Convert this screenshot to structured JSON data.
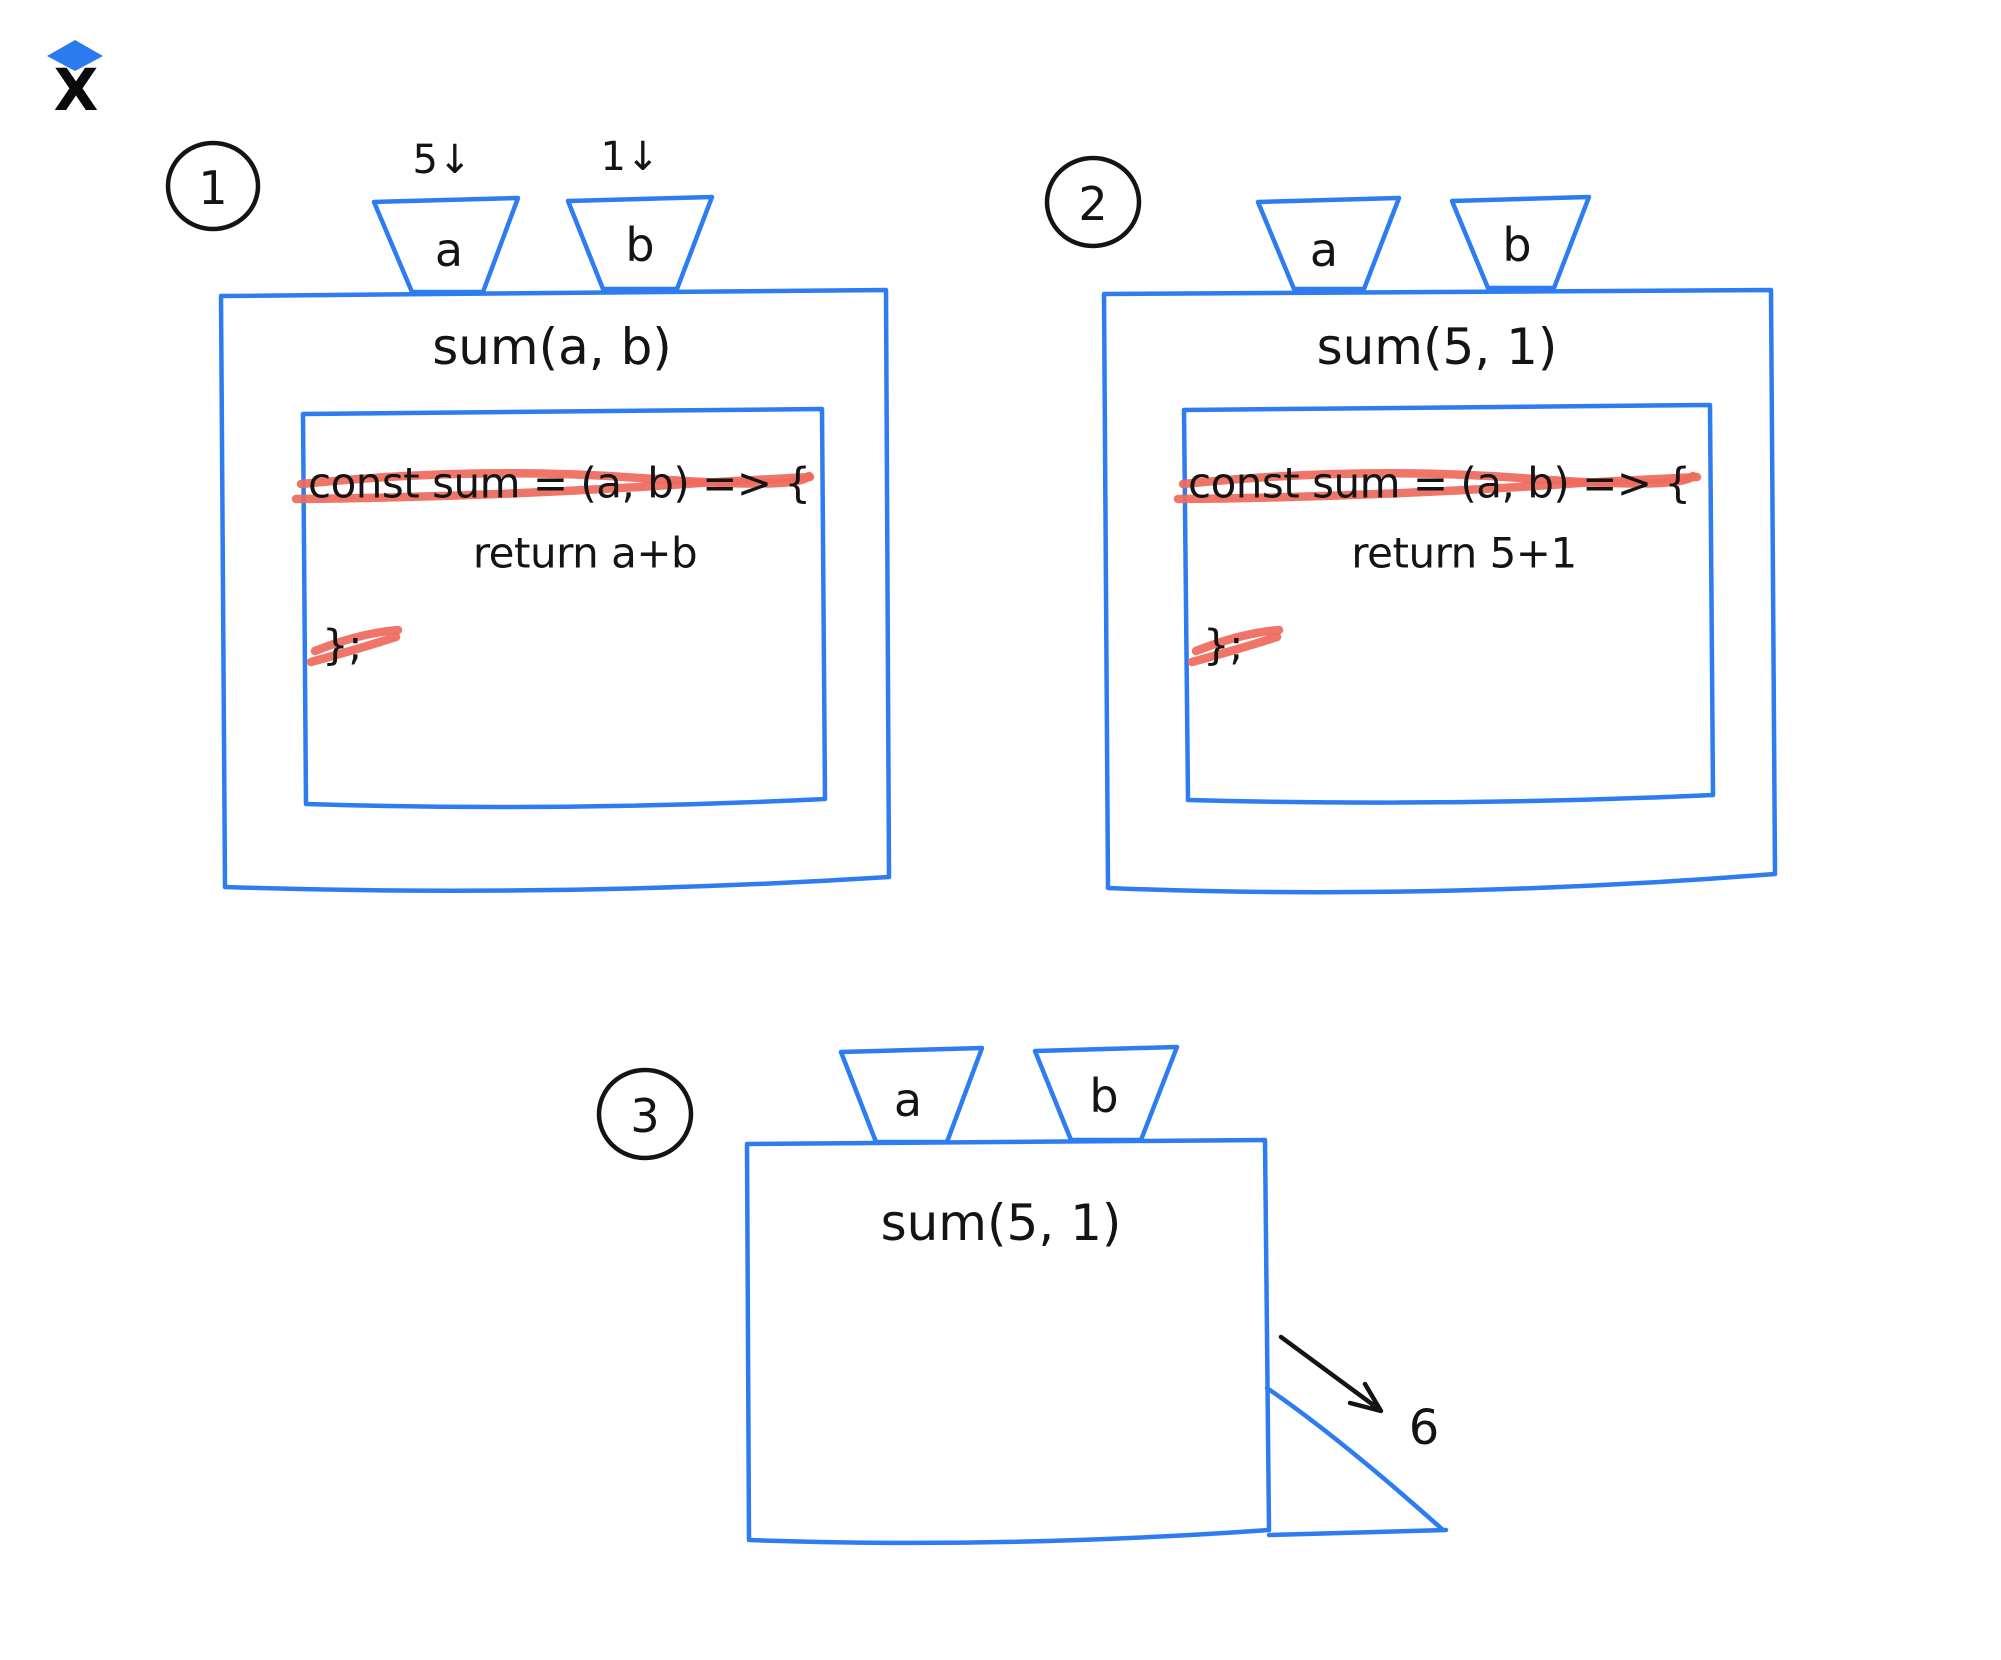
{
  "colors": {
    "stroke_blue": "#2e7df0",
    "strike_red": "#ee6a5c",
    "ink_black": "#141414",
    "background": "#ffffff",
    "logo_diamond_blue": "#2b7af0"
  },
  "logo": {
    "letter": "X"
  },
  "diagrams": [
    {
      "badge": "1",
      "arg_labels": {
        "a": "5↓",
        "b": "1↓"
      },
      "funnel_labels": {
        "a": "a",
        "b": "b"
      },
      "title": "sum(a, b)",
      "code": {
        "declaration": "const sum = (a, b) => {",
        "body": "return a+b",
        "closing": "};"
      }
    },
    {
      "badge": "2",
      "funnel_labels": {
        "a": "a",
        "b": "b"
      },
      "title": "sum(5, 1)",
      "code": {
        "declaration": "const sum = (a, b) => {",
        "body": "return 5+1",
        "closing": "};"
      }
    },
    {
      "badge": "3",
      "funnel_labels": {
        "a": "a",
        "b": "b"
      },
      "title": "sum(5, 1)",
      "output_value": "6"
    }
  ]
}
